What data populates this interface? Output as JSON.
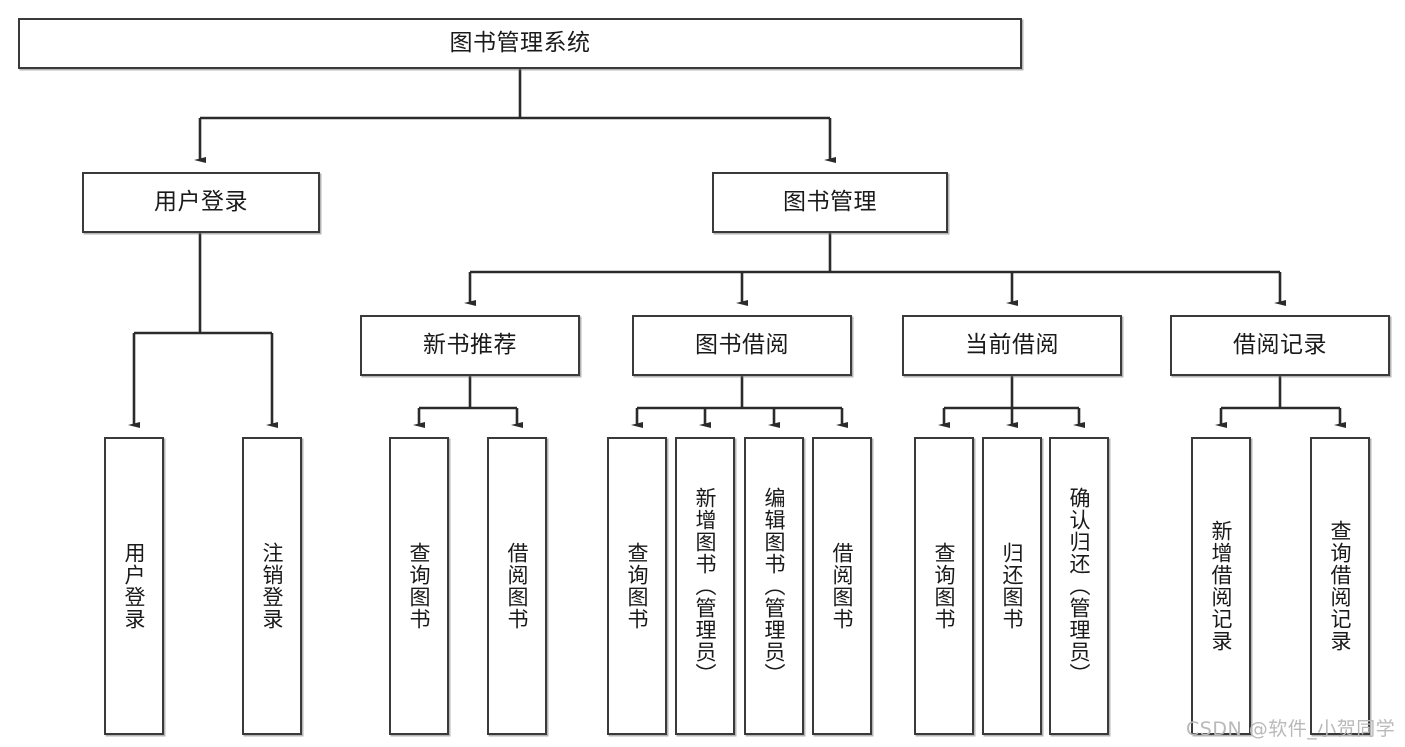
{
  "diagram": {
    "type": "tree-hierarchy-diagram",
    "title": "图书管理系统",
    "style": {
      "box_border_color": "#3a3a3a",
      "box_fill_color": "#ffffff",
      "line_color": "#2b2b2b",
      "text_color": "#1a1a1a",
      "watermark_color": "#b9b9b9",
      "background": "#ffffff"
    },
    "levels": {
      "root": {
        "label": "图书管理系统"
      },
      "level2": [
        {
          "id": "user-login",
          "label": "用户登录"
        },
        {
          "id": "book-manage",
          "label": "图书管理"
        }
      ],
      "level3": [
        {
          "id": "new-book-recommend",
          "label": "新书推荐",
          "parent": "book-manage"
        },
        {
          "id": "book-borrow",
          "label": "图书借阅",
          "parent": "book-manage"
        },
        {
          "id": "current-borrow",
          "label": "当前借阅",
          "parent": "book-manage"
        },
        {
          "id": "borrow-record",
          "label": "借阅记录",
          "parent": "book-manage"
        }
      ],
      "leaves": [
        {
          "id": "leaf-user-login",
          "label": "用户登录",
          "parent": "user-login"
        },
        {
          "id": "leaf-logout-login",
          "label": "注销登录",
          "parent": "user-login"
        },
        {
          "id": "leaf-query-book-1",
          "label": "查询图书",
          "parent": "new-book-recommend"
        },
        {
          "id": "leaf-borrow-book-1",
          "label": "借阅图书",
          "parent": "new-book-recommend"
        },
        {
          "id": "leaf-query-book-2",
          "label": "查询图书",
          "parent": "book-borrow"
        },
        {
          "id": "leaf-add-book",
          "label": "新增图书（管理员）",
          "parent": "book-borrow"
        },
        {
          "id": "leaf-edit-book",
          "label": "编辑图书（管理员）",
          "parent": "book-borrow"
        },
        {
          "id": "leaf-borrow-book-2",
          "label": "借阅图书",
          "parent": "book-borrow"
        },
        {
          "id": "leaf-query-book-3",
          "label": "查询图书",
          "parent": "current-borrow"
        },
        {
          "id": "leaf-return-book",
          "label": "归还图书",
          "parent": "current-borrow"
        },
        {
          "id": "leaf-confirm-return",
          "label": "确认归还（管理员）",
          "parent": "current-borrow"
        },
        {
          "id": "leaf-add-record",
          "label": "新增借阅记录",
          "parent": "borrow-record"
        },
        {
          "id": "leaf-query-record",
          "label": "查询借阅记录",
          "parent": "borrow-record"
        }
      ]
    },
    "watermark": "CSDN @软件_小贺同学"
  }
}
